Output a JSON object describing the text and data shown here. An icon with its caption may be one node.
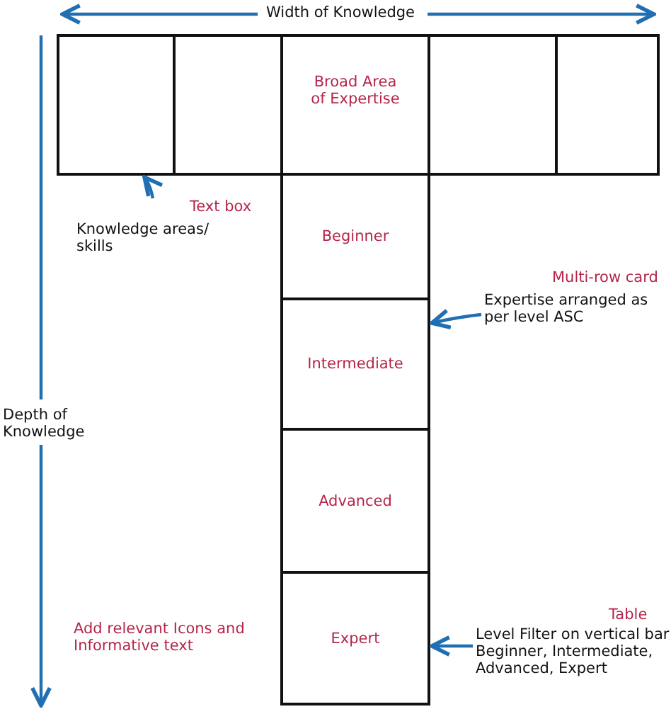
{
  "diagram": {
    "nodes": [
      {
        "text": [],
        "shape": "box"
      },
      {
        "text": [],
        "shape": "box"
      },
      {
        "text": [
          "Broad Area of Expertise"
        ]
      },
      {
        "text": [],
        "shape": "box"
      },
      {
        "text": [],
        "shape": "box"
      },
      {
        "text": [
          "Beginner"
        ]
      },
      {
        "text": [
          "Intermediate"
        ]
      },
      {
        "text": [
          "Advanced"
        ]
      },
      {
        "text": [
          "Expert"
        ]
      },
      {
        "text": [
          "Knowledge areas/ skills"
        ],
        "beside": [
          "Text box"
        ]
      },
      {
        "text": [
          "Expertise arranged as per level ASC"
        ],
        "beside": [
          "Multi-row card"
        ]
      },
      {
        "text": [
          "Level Filter on vertical bar Beginner, Intermediate, Advanced, Expert"
        ],
        "beside": [
          "Table"
        ]
      }
    ],
    "edges": [
      {
        "from": 9,
        "to": 0,
        "arrow": "to"
      },
      {
        "from": 10,
        "to": 6,
        "arrow": "to"
      },
      {
        "from": 11,
        "to": 8,
        "arrow": "to"
      }
    ],
    "labels": [
      "Width of Knowledge",
      "Depth of Knowledge",
      "Add relevant Icons and Informative text"
    ]
  }
}
